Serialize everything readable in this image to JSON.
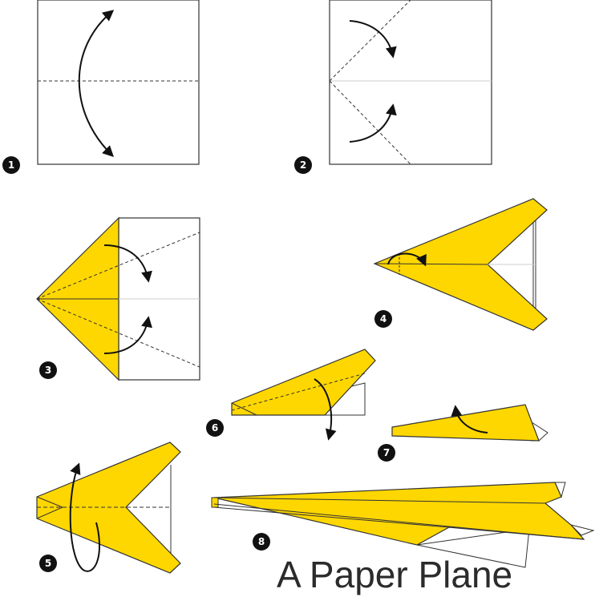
{
  "title": "A Paper Plane",
  "steps": [
    {
      "id": "step-1",
      "number": "1"
    },
    {
      "id": "step-2",
      "number": "2"
    },
    {
      "id": "step-3",
      "number": "3"
    },
    {
      "id": "step-4",
      "number": "4"
    },
    {
      "id": "step-5",
      "number": "5"
    },
    {
      "id": "step-6",
      "number": "6"
    },
    {
      "id": "step-7",
      "number": "7"
    },
    {
      "id": "step-8",
      "number": "8"
    }
  ],
  "colors": {
    "paper": "#ffd700",
    "outline": "#333333",
    "badge": "#111111",
    "crease": "#cccccc"
  }
}
